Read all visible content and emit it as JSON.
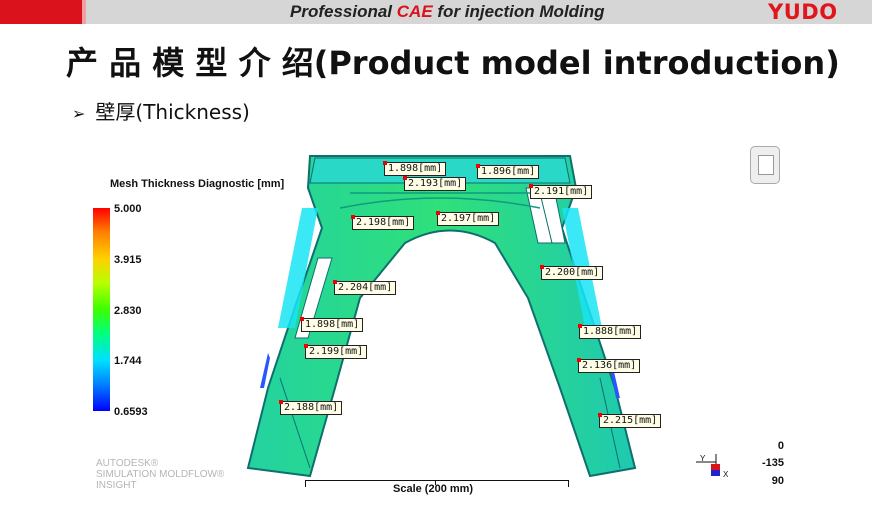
{
  "header": {
    "title_prefix": "Professional ",
    "title_accent": "CAE",
    "title_suffix": " for injection Molding",
    "brand": "YUDO",
    "colors": {
      "accent": "#d9121b",
      "bar": "#d6d6d6"
    }
  },
  "slide": {
    "title": "产 品 模 型 介 绍(Product model introduction)",
    "bullet_marker": "➢",
    "bullet": "壁厚(Thickness)"
  },
  "legend": {
    "title": "Mesh Thickness Diagnostic [mm]",
    "ticks": [
      "5.000",
      "3.915",
      "2.830",
      "1.744",
      "0.6593"
    ]
  },
  "callouts": [
    "1.898[mm]",
    "1.896[mm]",
    "2.193[mm]",
    "2.191[mm]",
    "2.198[mm]",
    "2.197[mm]",
    "2.200[mm]",
    "2.204[mm]",
    "1.898[mm]",
    "1.888[mm]",
    "2.199[mm]",
    "2.136[mm]",
    "2.188[mm]",
    "2.215[mm]"
  ],
  "scale": {
    "label": "Scale (200 mm)"
  },
  "watermark": {
    "line1": "AUTODESK®",
    "line2": "SIMULATION MOLDFLOW®",
    "line3": "INSIGHT"
  },
  "rotation": [
    "0",
    "-135",
    "90"
  ],
  "axis_labels": {
    "y": "Y",
    "x": "X"
  },
  "icons": {
    "view_cube": "view-cube-icon",
    "triad": "axis-triad-icon"
  }
}
